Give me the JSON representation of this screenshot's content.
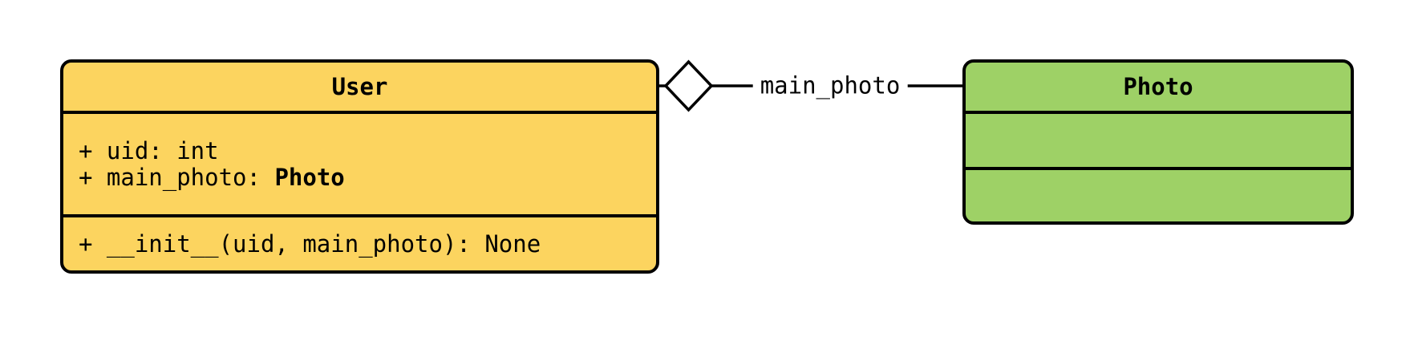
{
  "colors": {
    "user-fill": "#FCD45F",
    "photo-fill": "#9ED166",
    "stroke": "#000000",
    "canvas-bg": "#ffffff"
  },
  "classes": [
    {
      "name": "User",
      "attributes": [
        {
          "text": "+ uid: int",
          "type": ""
        },
        {
          "text": "+ main_photo: ",
          "type": "Photo"
        }
      ],
      "methods": [
        {
          "text": "+ __init__(uid, main_photo): None"
        }
      ]
    },
    {
      "name": "Photo",
      "attributes": [],
      "methods": []
    }
  ],
  "relation": {
    "kind": "aggregation",
    "label": "main_photo",
    "from": "User",
    "to": "Photo"
  }
}
